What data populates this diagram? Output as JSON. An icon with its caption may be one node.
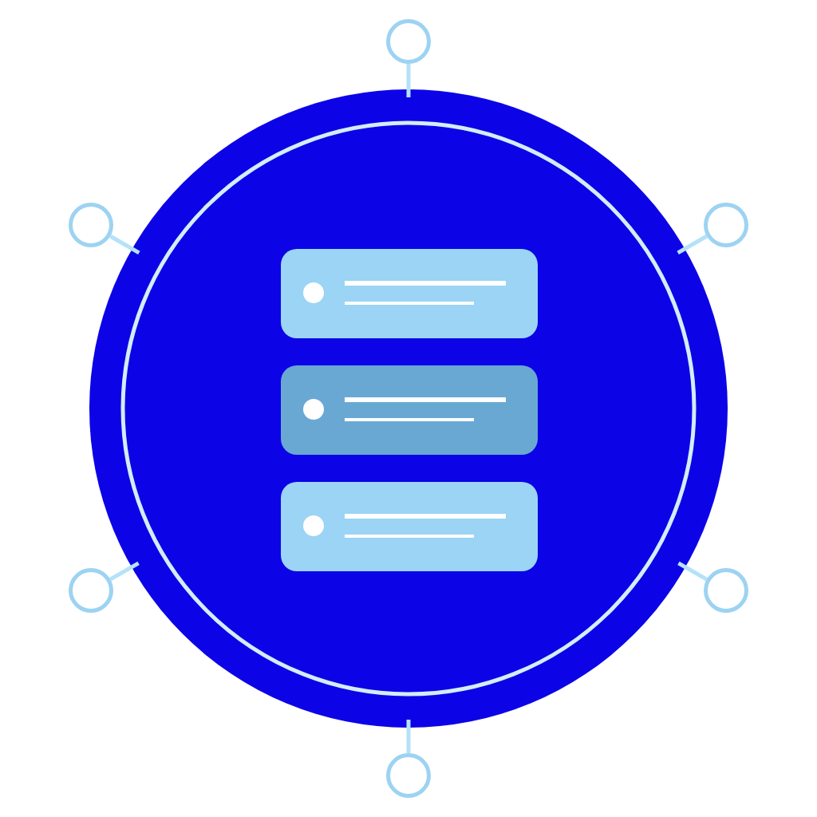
{
  "diagram": {
    "nodes": [
      {
        "text": [],
        "shape": "circle"
      },
      {
        "text": [],
        "shape": "circle"
      },
      {
        "text": [],
        "shape": "circle"
      },
      {
        "text": [],
        "shape": "circle"
      },
      {
        "text": [],
        "shape": "box",
        "in": 3
      },
      {
        "text": [],
        "shape": "box",
        "in": 3
      },
      {
        "text": [],
        "shape": "box",
        "in": 3
      },
      {
        "text": [],
        "shape": "circle"
      },
      {
        "text": [],
        "shape": "circle"
      },
      {
        "text": [],
        "shape": "circle"
      }
    ],
    "edges": [
      {
        "from": 0,
        "to": 3,
        "arrow": "none"
      },
      {
        "from": 1,
        "to": 3,
        "arrow": "none"
      },
      {
        "from": 2,
        "to": 3,
        "arrow": "none"
      },
      {
        "from": 7,
        "to": 3,
        "arrow": "none"
      },
      {
        "from": 8,
        "to": 3,
        "arrow": "none"
      },
      {
        "from": 9,
        "to": 3,
        "arrow": "none"
      }
    ]
  }
}
